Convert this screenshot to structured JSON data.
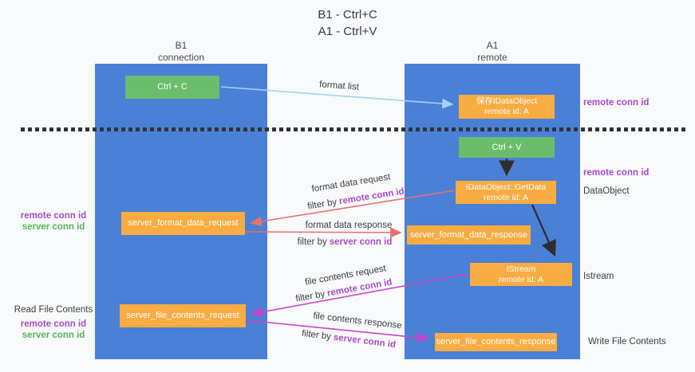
{
  "title": {
    "line1": "B1 - Ctrl+C",
    "line2": "A1 - Ctrl+V"
  },
  "lanes": {
    "left": {
      "name": "B1",
      "role": "connection"
    },
    "right": {
      "name": "A1",
      "role": "remote"
    }
  },
  "boxes": {
    "ctrl_c": {
      "label": "Ctrl + C"
    },
    "save_dataobject": {
      "line1": "保存IDataObject",
      "line2": "remote id: A"
    },
    "ctrl_v": {
      "label": "Ctrl + V"
    },
    "getdata": {
      "line1": "IDataObject::GetData",
      "line2": "remote id: A"
    },
    "format_request": {
      "label": "server_format_data_request"
    },
    "format_response": {
      "label": "server_format_data_response"
    },
    "istream": {
      "line1": "IStream",
      "line2": "remote id: A"
    },
    "file_request": {
      "label": "server_file_contents_request"
    },
    "file_response": {
      "label": "server_file_contents_response"
    }
  },
  "arrows": {
    "format_list": {
      "label": "format list"
    },
    "format_data_request": {
      "label": "format data request",
      "filter_prefix": "filter by",
      "filter_key": "remote conn id"
    },
    "format_data_response": {
      "label": "format data response",
      "filter_prefix": "filter by",
      "filter_key": "server conn id"
    },
    "file_contents_request": {
      "label": "file contents request",
      "filter_prefix": "filter by",
      "filter_key": "remote conn id"
    },
    "file_contents_response": {
      "label": "file contents response",
      "filter_prefix": "filter by",
      "filter_key": "server conn id"
    }
  },
  "annotations": {
    "left": {
      "remote_conn_id": "remote conn id",
      "server_conn_id": "server conn id",
      "read_file_contents": "Read File Contents"
    },
    "right": {
      "remote_conn_id": "remote conn id",
      "dataobject": "DataObject",
      "istream": "Istream",
      "write_file_contents": "Write File Contents"
    }
  },
  "colors": {
    "background": "#f9fafb",
    "lane_blue": "#4a81d6",
    "box_green": "#69bd6b",
    "box_orange": "#f9ac41",
    "arrow_light_blue": "#a5d2f3",
    "arrow_red": "#ed6e6e",
    "arrow_magenta": "#cc44cc",
    "arrow_black": "#2e2e2e",
    "text_purple": "#a94bc8",
    "text_green": "#57b35a"
  }
}
